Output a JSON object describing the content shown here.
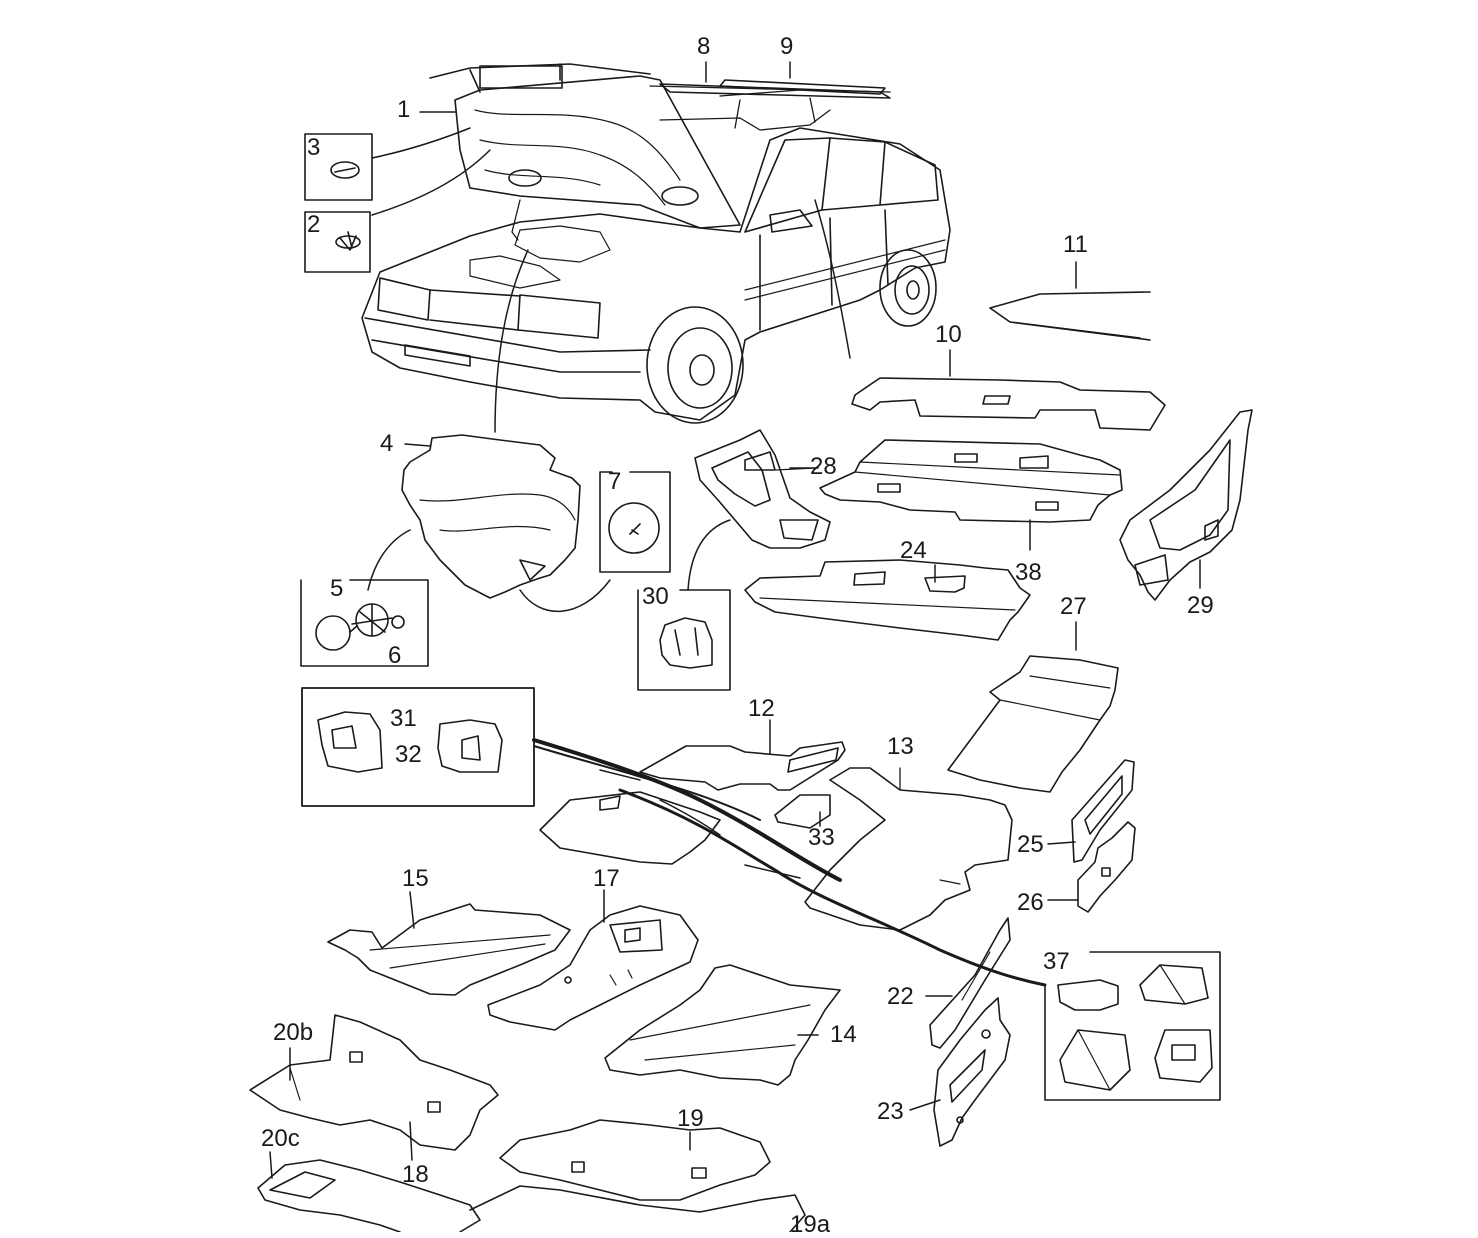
{
  "diagram": {
    "line_color": "#1a1a1a",
    "background": "#ffffff",
    "callouts": [
      {
        "id": "c1",
        "text": "1"
      },
      {
        "id": "c2",
        "text": "2"
      },
      {
        "id": "c3",
        "text": "3"
      },
      {
        "id": "c4",
        "text": "4"
      },
      {
        "id": "c5",
        "text": "5"
      },
      {
        "id": "c6",
        "text": "6"
      },
      {
        "id": "c7",
        "text": "7"
      },
      {
        "id": "c8",
        "text": "8"
      },
      {
        "id": "c9",
        "text": "9"
      },
      {
        "id": "c10",
        "text": "10"
      },
      {
        "id": "c11",
        "text": "11"
      },
      {
        "id": "c12",
        "text": "12"
      },
      {
        "id": "c13",
        "text": "13"
      },
      {
        "id": "c14",
        "text": "14"
      },
      {
        "id": "c15",
        "text": "15"
      },
      {
        "id": "c17",
        "text": "17"
      },
      {
        "id": "c18",
        "text": "18"
      },
      {
        "id": "c19",
        "text": "19"
      },
      {
        "id": "c19a",
        "text": "19a"
      },
      {
        "id": "c20b",
        "text": "20b"
      },
      {
        "id": "c20c",
        "text": "20c"
      },
      {
        "id": "c22",
        "text": "22"
      },
      {
        "id": "c23",
        "text": "23"
      },
      {
        "id": "c24",
        "text": "24"
      },
      {
        "id": "c25",
        "text": "25"
      },
      {
        "id": "c26",
        "text": "26"
      },
      {
        "id": "c27",
        "text": "27"
      },
      {
        "id": "c28",
        "text": "28"
      },
      {
        "id": "c29",
        "text": "29"
      },
      {
        "id": "c30",
        "text": "30"
      },
      {
        "id": "c31",
        "text": "31"
      },
      {
        "id": "c32",
        "text": "32"
      },
      {
        "id": "c33",
        "text": "33"
      },
      {
        "id": "c37",
        "text": "37"
      },
      {
        "id": "c38",
        "text": "38"
      }
    ]
  }
}
